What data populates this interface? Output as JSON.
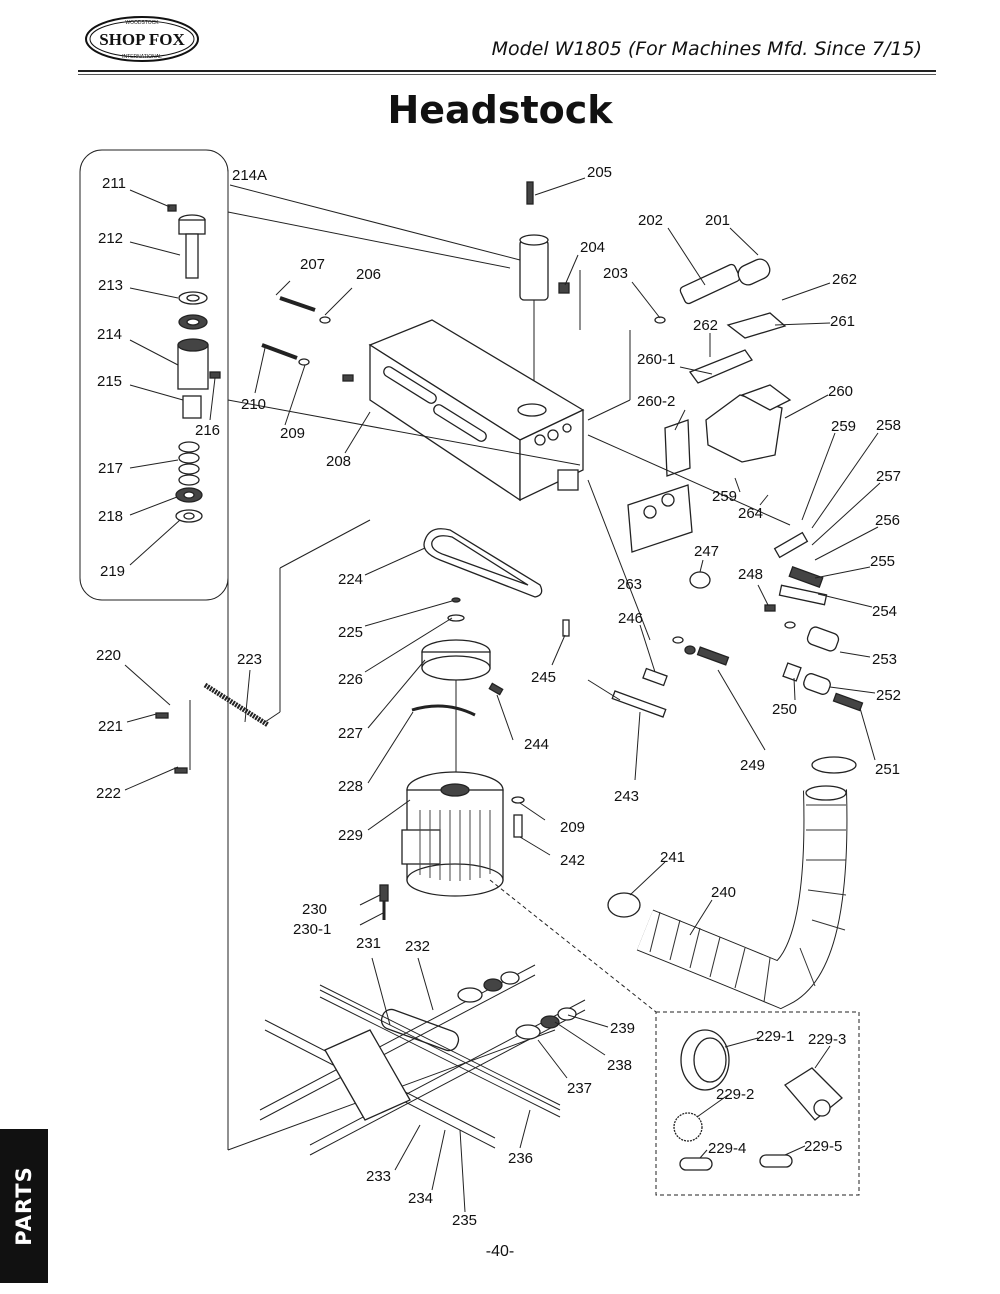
{
  "header": {
    "logo_text": "SHOP FOX",
    "logo_top_text": "WOODSTOCK",
    "logo_bottom_text": "INTERNATIONAL",
    "model_title": "Model W1805 (For Machines Mfd. Since 7/15)"
  },
  "page": {
    "heading": "Headstock",
    "side_tab": "PARTS",
    "page_number": "-40-"
  },
  "labels": {
    "p201": "201",
    "p202": "202",
    "p203": "203",
    "p204": "204",
    "p205": "205",
    "p206": "206",
    "p207": "207",
    "p208": "208",
    "p209a": "209",
    "p209b": "209",
    "p210": "210",
    "p211": "211",
    "p212": "212",
    "p213": "213",
    "p214": "214",
    "p214A": "214A",
    "p215": "215",
    "p216": "216",
    "p217": "217",
    "p218": "218",
    "p219": "219",
    "p220": "220",
    "p221": "221",
    "p222": "222",
    "p223": "223",
    "p224": "224",
    "p225": "225",
    "p226": "226",
    "p227": "227",
    "p228": "228",
    "p229": "229",
    "p229_1": "229-1",
    "p229_2": "229-2",
    "p229_3": "229-3",
    "p229_4": "229-4",
    "p229_5": "229-5",
    "p230": "230",
    "p230_1": "230-1",
    "p231": "231",
    "p232": "232",
    "p233": "233",
    "p234": "234",
    "p235": "235",
    "p236": "236",
    "p237": "237",
    "p238": "238",
    "p239": "239",
    "p240": "240",
    "p241": "241",
    "p242": "242",
    "p243": "243",
    "p244": "244",
    "p245": "245",
    "p246": "246",
    "p247": "247",
    "p248": "248",
    "p249": "249",
    "p250": "250",
    "p251": "251",
    "p252": "252",
    "p253": "253",
    "p254": "254",
    "p255": "255",
    "p256": "256",
    "p257": "257",
    "p258": "258",
    "p259a": "259",
    "p259b": "259",
    "p260": "260",
    "p260_1": "260-1",
    "p260_2": "260-2",
    "p261": "261",
    "p262a": "262",
    "p262b": "262",
    "p263": "263",
    "p264": "264"
  }
}
